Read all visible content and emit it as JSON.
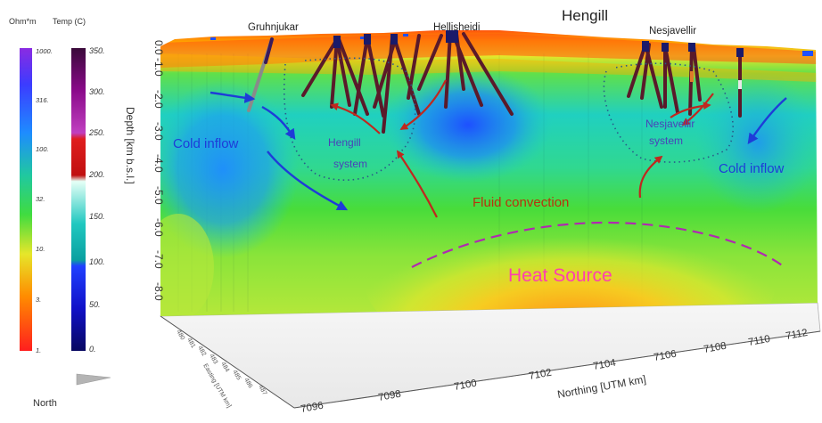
{
  "title": "Hengill",
  "site_labels": {
    "gruhnjukar": "Gruhnjukar",
    "hellisheidi": "Hellisheidi",
    "nesjavellir": "Nesjavellir"
  },
  "resistivity_legend": {
    "header": "Ohm*m",
    "ticks": [
      "1000.",
      "316.",
      "100.",
      "32.",
      "10.",
      "3.",
      "1."
    ]
  },
  "temperature_legend": {
    "header": "Temp (C)",
    "ticks": [
      "350.",
      "300.",
      "250.",
      "200.",
      "150.",
      "100.",
      "50.",
      "0."
    ]
  },
  "depth_axis": {
    "label": "Depth [km b.s.l.]",
    "ticks": [
      "0.0",
      "-1.0",
      "-2.0",
      "-3.0",
      "-4.0",
      "-5.0",
      "-6.0",
      "-7.0",
      "-8.0"
    ]
  },
  "northing_axis": {
    "label": "Northing [UTM km]",
    "ticks": [
      "7096",
      "7098",
      "7100",
      "7102",
      "7104",
      "7106",
      "7108",
      "7110",
      "7112"
    ]
  },
  "easting_axis": {
    "label": "Easting [UTM km]",
    "ticks": [
      "480",
      "481",
      "482",
      "483",
      "484",
      "485",
      "486",
      "487"
    ]
  },
  "annotations": {
    "cold_inflow_left": "Cold inflow",
    "cold_inflow_right": "Cold inflow",
    "hengill_system": [
      "Hengill",
      "system"
    ],
    "nesjavellir_system": [
      "Nesjavellir",
      "system"
    ],
    "fluid_convection": "Fluid convection",
    "heat_source": "Heat Source"
  },
  "north_label": "North",
  "colors": {
    "cold_flow_arrow": "#1e3cd8",
    "hot_flow_arrow": "#c0281e",
    "heat_source_text": "#ff3fae",
    "convection_text": "#b8330c",
    "system_text": "#4a42b8"
  }
}
